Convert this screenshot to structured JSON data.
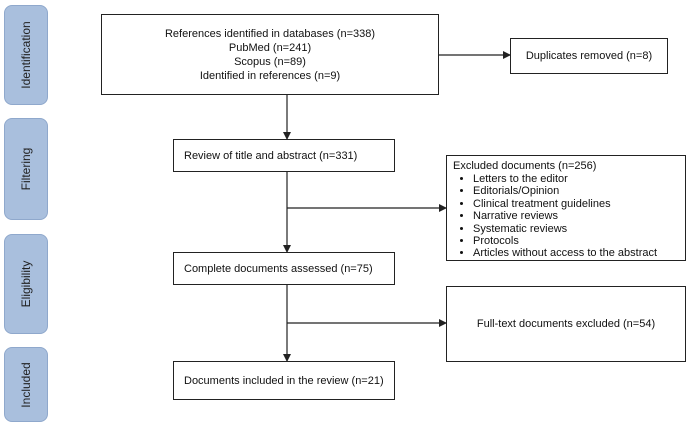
{
  "phases": [
    "Identification",
    "Filtering",
    "Eligibility",
    "Included"
  ],
  "identification_box": {
    "lines": [
      "References identified in databases (n=338)",
      "PubMed (n=241)",
      "Scopus (n=89)",
      "Identified in references (n=9)"
    ]
  },
  "duplicates_box": "Duplicates removed (n=8)",
  "review_box": "Review of title and abstract (n=331)",
  "excluded_box": {
    "title": "Excluded documents (n=256)",
    "items": [
      "Letters to the editor",
      "Editorials/Opinion",
      "Clinical treatment guidelines",
      "Narrative reviews",
      "Systematic reviews",
      "Protocols",
      "Articles without access to the abstract"
    ]
  },
  "complete_box": "Complete documents assessed (n=75)",
  "fulltext_excluded_box": "Full-text documents excluded (n=54)",
  "included_box": "Documents included in the review (n=21)"
}
